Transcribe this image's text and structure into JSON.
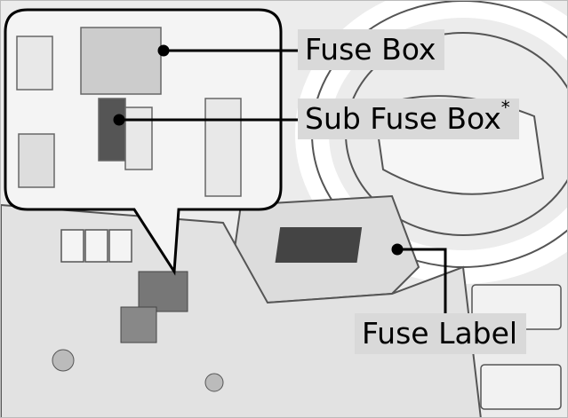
{
  "diagram": {
    "labels": {
      "fuse_box": "Fuse Box",
      "sub_fuse_box": "Sub Fuse Box",
      "sub_fuse_box_note": "*",
      "fuse_label": "Fuse Label"
    },
    "colors": {
      "background": "#ececec",
      "label_bg": "#d9d9d9",
      "leader": "#000000",
      "fuse_label_patch": "#444444"
    }
  }
}
